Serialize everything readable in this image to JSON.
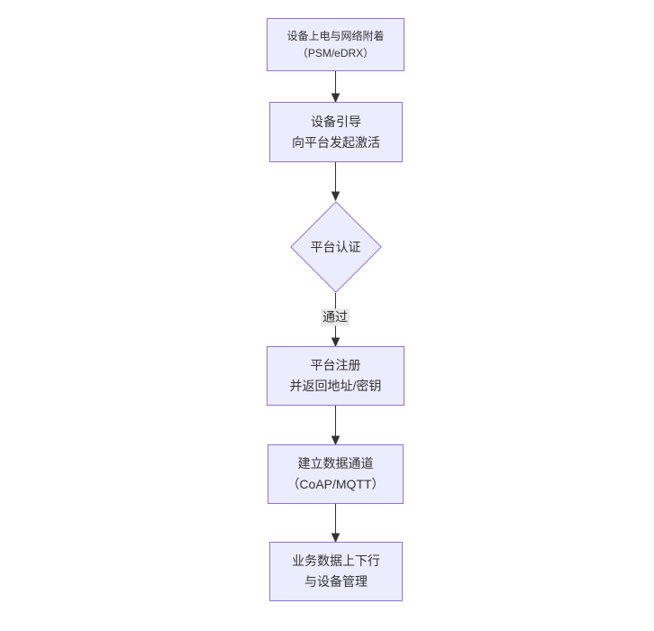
{
  "flowchart": {
    "colors": {
      "node_fill": "#ECECFF",
      "node_border": "#9370DB",
      "text_color": "#333333",
      "edge_color": "#333333",
      "edge_label_bg": "#e8e8e8",
      "canvas_bg": "#ffffff"
    },
    "nodes": [
      {
        "id": "power-attach",
        "type": "rect",
        "lines": [
          "设备上电与网络附着",
          "（PSM/eDRX）"
        ]
      },
      {
        "id": "bootstrap",
        "type": "rect",
        "lines": [
          "设备引导",
          "向平台发起激活"
        ]
      },
      {
        "id": "auth",
        "type": "diamond",
        "lines": [
          "平台认证"
        ]
      },
      {
        "id": "register",
        "type": "rect",
        "lines": [
          "平台注册",
          "并返回地址/密钥"
        ]
      },
      {
        "id": "channel",
        "type": "rect",
        "lines": [
          "建立数据通道",
          "（CoAP/MQTT）"
        ]
      },
      {
        "id": "business",
        "type": "rect",
        "lines": [
          "业务数据上下行",
          "与设备管理"
        ]
      }
    ],
    "edges": [
      {
        "from": "power-attach",
        "to": "bootstrap",
        "label": ""
      },
      {
        "from": "bootstrap",
        "to": "auth",
        "label": ""
      },
      {
        "from": "auth",
        "to": "register",
        "label": "通过"
      },
      {
        "from": "register",
        "to": "channel",
        "label": ""
      },
      {
        "from": "channel",
        "to": "business",
        "label": ""
      }
    ]
  }
}
